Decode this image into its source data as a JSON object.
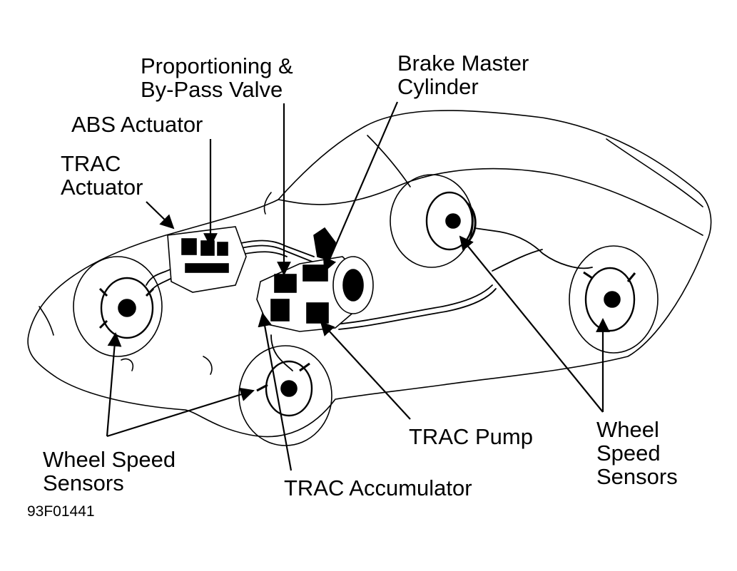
{
  "labels": {
    "proportioning_valve": {
      "line1": "Proportioning &",
      "line2": "By-Pass Valve"
    },
    "brake_master_cylinder": {
      "line1": "Brake Master",
      "line2": "Cylinder"
    },
    "abs_actuator": "ABS Actuator",
    "trac_actuator": {
      "line1": "TRAC",
      "line2": "Actuator"
    },
    "wheel_speed_sensors_left": {
      "line1": "Wheel Speed",
      "line2": "Sensors"
    },
    "trac_pump": "TRAC Pump",
    "wheel_speed_sensors_right": {
      "line1": "Wheel",
      "line2": "Speed",
      "line3": "Sensors"
    },
    "trac_accumulator": "TRAC Accumulator"
  },
  "figure_code": "93F01441",
  "colors": {
    "ink": "#000000",
    "paper": "#ffffff"
  }
}
